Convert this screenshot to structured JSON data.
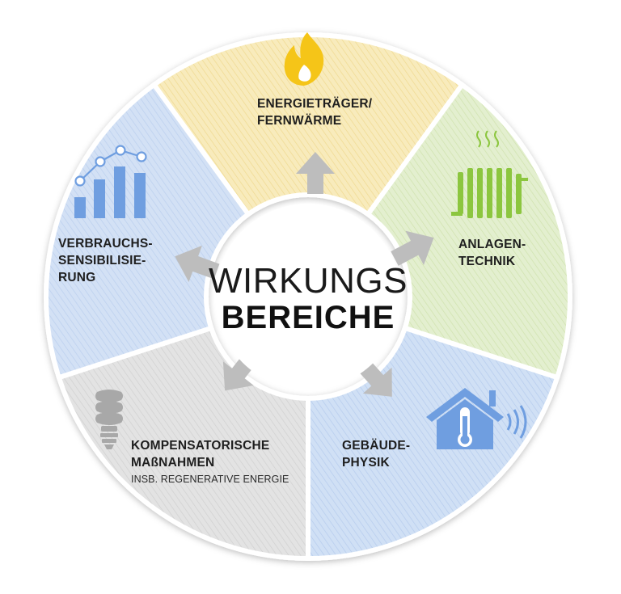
{
  "center": {
    "line1": "WIRKUNGS",
    "line2": "BEREICHE"
  },
  "segments": {
    "energie": {
      "line1": "ENERGIETRÄGER/",
      "line2": "FERNWÄRME",
      "icon": "flame-icon",
      "color": "#f7e8b2"
    },
    "anlagen": {
      "line1": "ANLAGEN-",
      "line2": "TECHNIK",
      "icon": "radiator-icon",
      "color": "#dcebc4"
    },
    "gebaeude": {
      "line1": "GEBÄUDE-",
      "line2": "PHYSIK",
      "icon": "house-thermometer-icon",
      "color": "#c6d8f2"
    },
    "kompensatorisch": {
      "line1": "KOMPENSATORISCHE",
      "line2": "MAßNAHMEN",
      "line3": "INSB. REGENERATIVE ENERGIE",
      "icon": "energy-saving-bulb-icon",
      "color": "#dcdcdc"
    },
    "verbrauch": {
      "line1": "VERBRAUCHS-",
      "line2": "SENSIBILISIE-",
      "line3": "RUNG",
      "icon": "bar-chart-icon",
      "color": "#cbdcf3"
    }
  },
  "colors": {
    "icon_yellow": "#f5c518",
    "icon_green": "#8cc63f",
    "icon_blue": "#6f9ee0",
    "icon_gray": "#a8a8a8",
    "arrow": "#bdbdbd"
  }
}
